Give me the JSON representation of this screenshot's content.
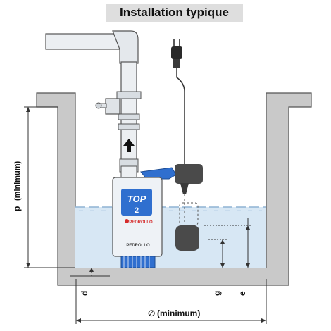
{
  "title": "Installation typique",
  "labels": {
    "depth": "p",
    "depth_note": "(minimum)",
    "d": "d",
    "g": "g",
    "e": "e",
    "width_symbol": "∅",
    "width_note": "(minimum)"
  },
  "pump": {
    "model": "TOP",
    "model_size": "2",
    "brand": "PEDROLLO"
  },
  "colors": {
    "wall": "#c9c9c9",
    "wall_stroke": "#555555",
    "water": "#d7e7f4",
    "water_line": "#8fb3d4",
    "pump_body": "#eef2f6",
    "pump_accent": "#2f6fcf",
    "float": "#4a4a4a",
    "pipe": "#eceff2"
  },
  "icons": {
    "flow_arrow": "arrow-up-icon",
    "plug": "plug-icon",
    "valve": "valve-icon"
  }
}
